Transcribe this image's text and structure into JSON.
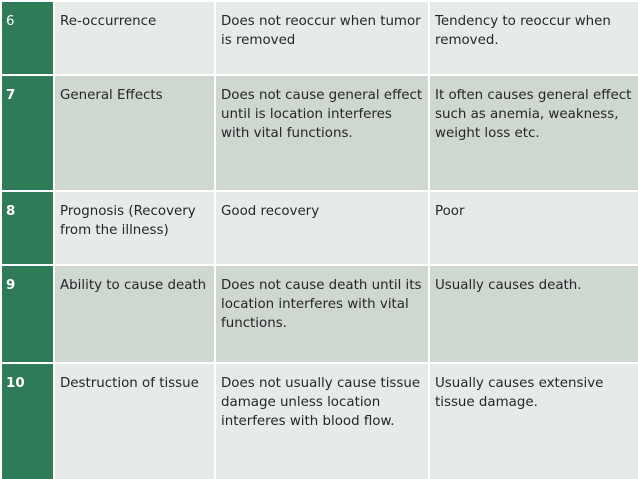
{
  "table": {
    "rows": [
      {
        "number": "6",
        "characteristic": "Re-occurrence",
        "benign": "Does not reoccur when tumor is removed",
        "malignant": "Tendency to reoccur when removed."
      },
      {
        "number": "7",
        "characteristic": "General Effects",
        "benign": "Does not cause general effect until is location interferes with vital functions.",
        "malignant": "It often causes general effect such as anemia, weakness, weight loss etc."
      },
      {
        "number": "8",
        "characteristic": "Prognosis (Recovery from the illness)",
        "benign": "Good recovery",
        "malignant": "Poor"
      },
      {
        "number": "9",
        "characteristic": "Ability to cause death",
        "benign": "Does not cause death until its location interferes with vital functions.",
        "malignant": "Usually causes death."
      },
      {
        "number": "10",
        "characteristic": "Destruction of tissue",
        "benign": "Does not usually cause tissue damage unless location interferes with blood flow.",
        "malignant": "Usually causes extensive tissue damage."
      }
    ]
  }
}
